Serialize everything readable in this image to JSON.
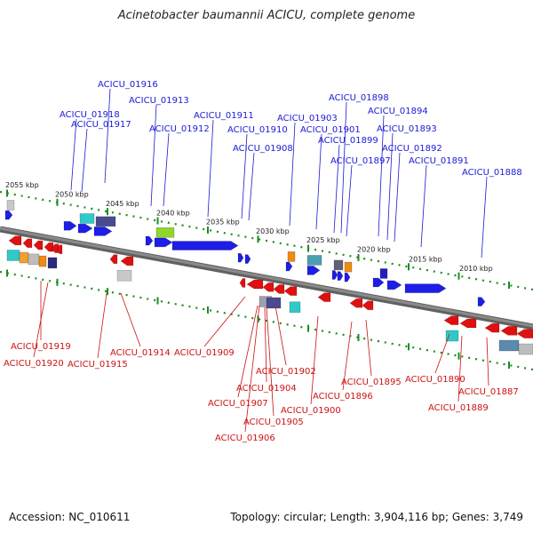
{
  "title": "Acinetobacter baumannii ACICU, complete genome",
  "footer": {
    "accession": "Accession: NC_010611",
    "info": "Topology: circular; Length: 3,904,116 bp; Genes: 3,749"
  },
  "colors": {
    "forward": "#1e1ee6",
    "reverse": "#e01010",
    "top_label": "#1a1ad6",
    "bottom_label": "#cc1111",
    "backbone": "#8a8a8a",
    "ticks": "#1c8c1c"
  },
  "kbp_labels": [
    "2055 kbp",
    "2050 kbp",
    "2045 kbp",
    "2040 kbp",
    "2035 kbp",
    "2030 kbp",
    "2025 kbp",
    "2020 kbp",
    "2015 kbp",
    "2010 kbp"
  ],
  "top_labels": [
    "ACICU_01916",
    "ACICU_01913",
    "ACICU_01918",
    "ACICU_01917",
    "ACICU_01911",
    "ACICU_01912",
    "ACICU_01903",
    "ACICU_01910",
    "ACICU_01898",
    "ACICU_01894",
    "ACICU_01901",
    "ACICU_01893",
    "ACICU_01899",
    "ACICU_01908",
    "ACICU_01892",
    "ACICU_01897",
    "ACICU_01891",
    "ACICU_01888"
  ],
  "bottom_labels": [
    "ACICU_01919",
    "ACICU_01920",
    "ACICU_01914",
    "ACICU_01915",
    "ACICU_01909",
    "ACICU_01902",
    "ACICU_01904",
    "ACICU_01907",
    "ACICU_01905",
    "ACICU_01906",
    "ACICU_01895",
    "ACICU_01896",
    "ACICU_01900",
    "ACICU_01890",
    "ACICU_01887",
    "ACICU_01889"
  ]
}
